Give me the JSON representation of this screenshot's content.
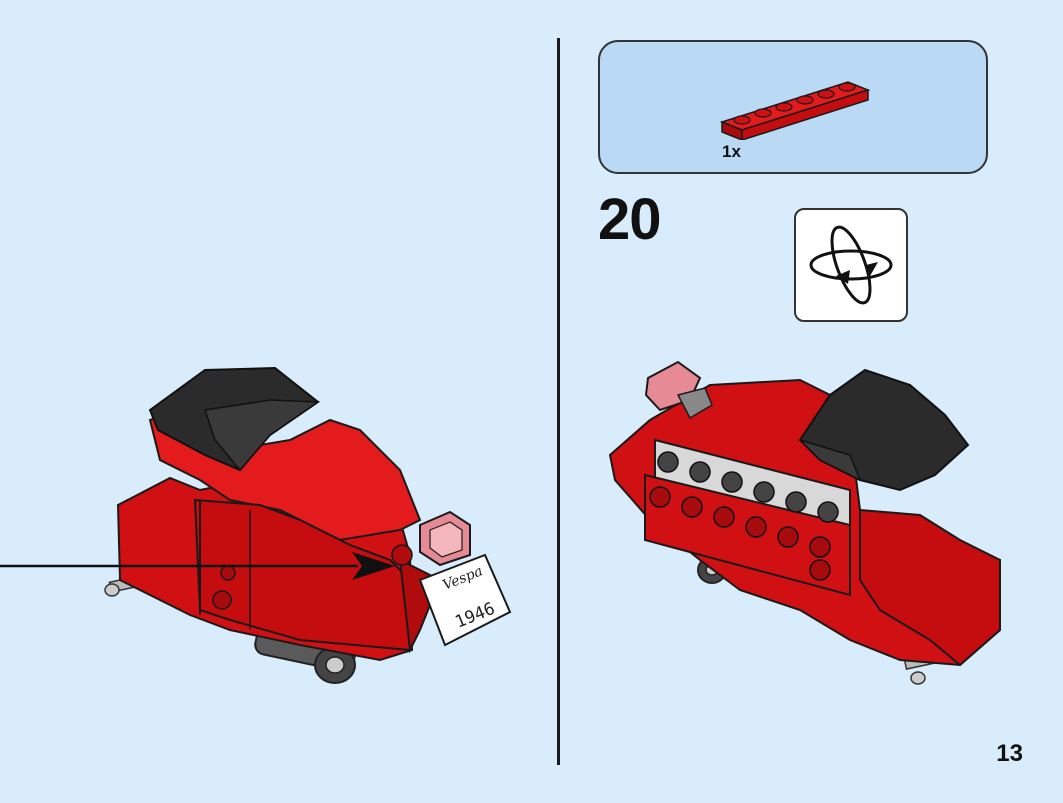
{
  "parts_list": {
    "quantity_label": "1x",
    "part_color": "#d01012",
    "part_name": "plate-1x6"
  },
  "step": {
    "number": "20",
    "rotate_icon": "rotate-model-icon"
  },
  "model_left": {
    "license_plate_brand": "Vespa",
    "license_plate_year": "1946"
  },
  "page": {
    "number": "13"
  },
  "colors": {
    "background": "#d8ecfb",
    "parts_box": "#b9d9f5",
    "lego_red": "#d01012",
    "lego_dark": "#2b2b2b"
  }
}
